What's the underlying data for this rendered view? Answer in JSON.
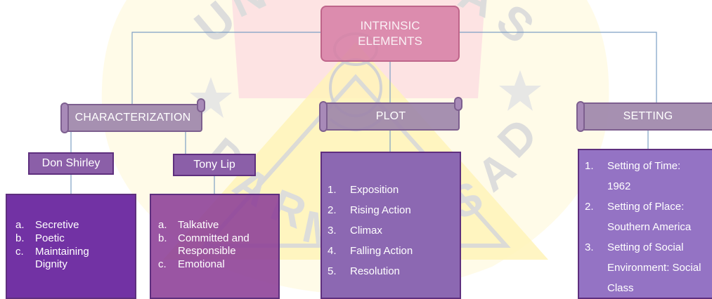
{
  "root": {
    "label": "INTRINSIC ELEMENTS"
  },
  "characterization": {
    "label": "CHARACTERIZATION",
    "characters": [
      {
        "name": "Don Shirley",
        "traits": [
          {
            "marker": "a.",
            "text": "Secretive"
          },
          {
            "marker": "b.",
            "text": "Poetic"
          },
          {
            "marker": "c.",
            "text": "Maintaining Dignity"
          }
        ]
      },
      {
        "name": "Tony Lip",
        "traits": [
          {
            "marker": "a.",
            "text": "Talkative"
          },
          {
            "marker": "b.",
            "text": "Committed and Responsible"
          },
          {
            "marker": "c.",
            "text": "Emotional"
          }
        ]
      }
    ]
  },
  "plot": {
    "label": "PLOT",
    "items": [
      {
        "marker": "1.",
        "text": "Exposition"
      },
      {
        "marker": "2.",
        "text": "Rising Action"
      },
      {
        "marker": "3.",
        "text": "Climax"
      },
      {
        "marker": "4.",
        "text": "Falling Action"
      },
      {
        "marker": "5.",
        "text": "Resolution"
      }
    ]
  },
  "setting": {
    "label": "SETTING",
    "items": [
      {
        "marker": "1.",
        "text": "Setting of Time: 1962"
      },
      {
        "marker": "2.",
        "text": "Setting of Place: Southern America"
      },
      {
        "marker": "3.",
        "text": "Setting of Social Environment: Social Class"
      }
    ]
  },
  "watermark": {
    "lettering": "UNIVERSITAS DARMA PERSADA"
  },
  "colors": {
    "connector": "#7d9fc4",
    "banner": "#9e87aa",
    "name_box": "#8b5fa8",
    "trait_box_dark": "#7232a4",
    "trait_box_light": "#8c3e96",
    "plot_box": "#8c68b2",
    "setting_box": "#9473c4",
    "root": "#d67da5"
  }
}
